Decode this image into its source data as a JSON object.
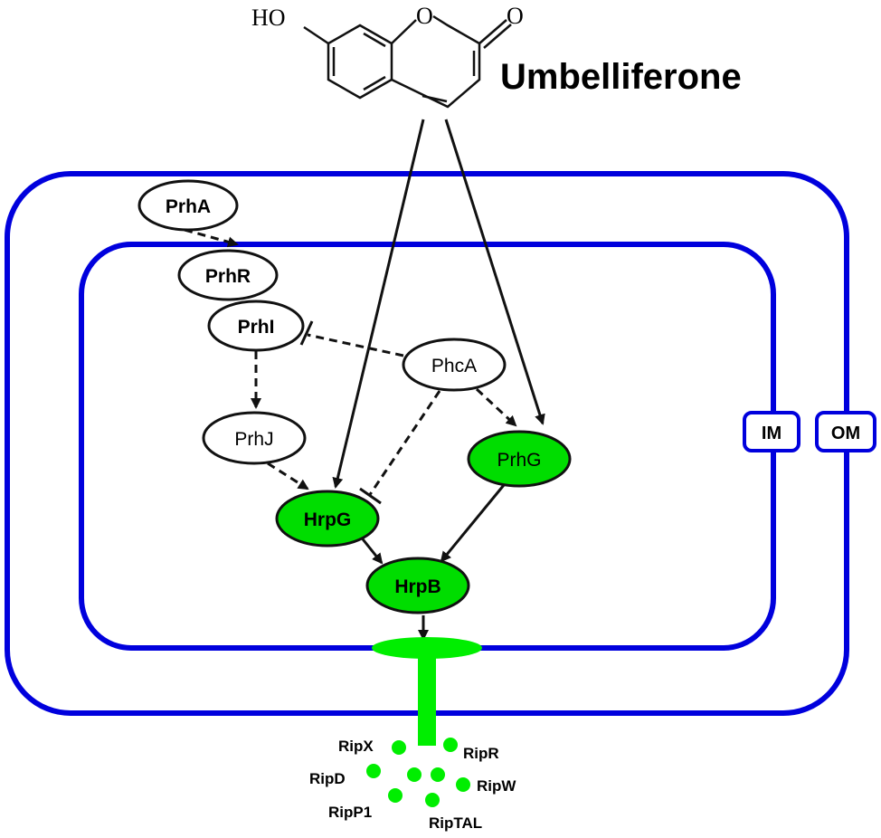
{
  "compound": {
    "name": "Umbelliferone",
    "hydroxyl_label": "HO",
    "ring_oxygen_label": "O",
    "carbonyl_oxygen_label": "O"
  },
  "membranes": {
    "inner": "IM",
    "outer": "OM"
  },
  "nodes": {
    "prha": "PrhA",
    "prhr": "PrhR",
    "prhi": "PrhI",
    "phca": "PhcA",
    "prhj": "PrhJ",
    "prhg": "PrhG",
    "hrpg": "HrpG",
    "hrpb": "HrpB"
  },
  "effectors": {
    "ripx": "RipX",
    "ripr": "RipR",
    "ripd": "RipD",
    "ripw": "RipW",
    "ripp1": "RipP1",
    "riptal": "RipTAL"
  },
  "colors": {
    "membrane": "#0000dd",
    "active_node": "#00dd00",
    "secretion": "#00ee00",
    "line": "#111111"
  }
}
